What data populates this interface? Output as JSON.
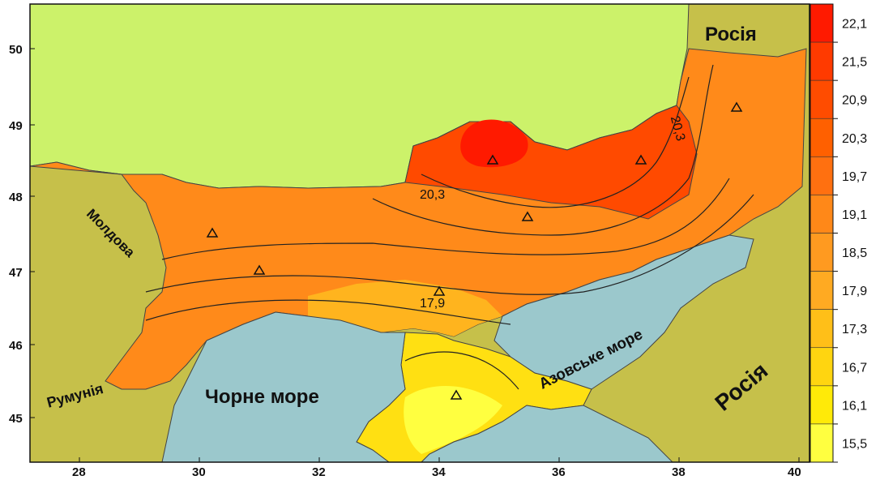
{
  "map": {
    "x_ticks": [
      "28",
      "30",
      "32",
      "34",
      "36",
      "38",
      "40"
    ],
    "y_ticks": [
      "50",
      "49",
      "48",
      "47",
      "46",
      "45"
    ],
    "labels": {
      "russia_top": "Росія",
      "russia_right": "Росія",
      "moldova": "Молдова",
      "romania": "Румунія",
      "black_sea": "Чорне море",
      "azov_sea": "Азовське море"
    },
    "isolines": [
      "20,3",
      "20,3",
      "17,9"
    ],
    "stations_count": 8
  },
  "legend": {
    "values": [
      "22,1",
      "21,5",
      "20,9",
      "20,3",
      "19,7",
      "19,1",
      "18,5",
      "17,9",
      "17,3",
      "16,7",
      "16,1",
      "15,5"
    ],
    "colors": [
      "#ff1a00",
      "#ff3a00",
      "#ff4c00",
      "#ff6000",
      "#ff7010",
      "#ff8818",
      "#ff9a20",
      "#ffaa22",
      "#ffbf18",
      "#ffd510",
      "#ffea08",
      "#ffff40"
    ]
  }
}
